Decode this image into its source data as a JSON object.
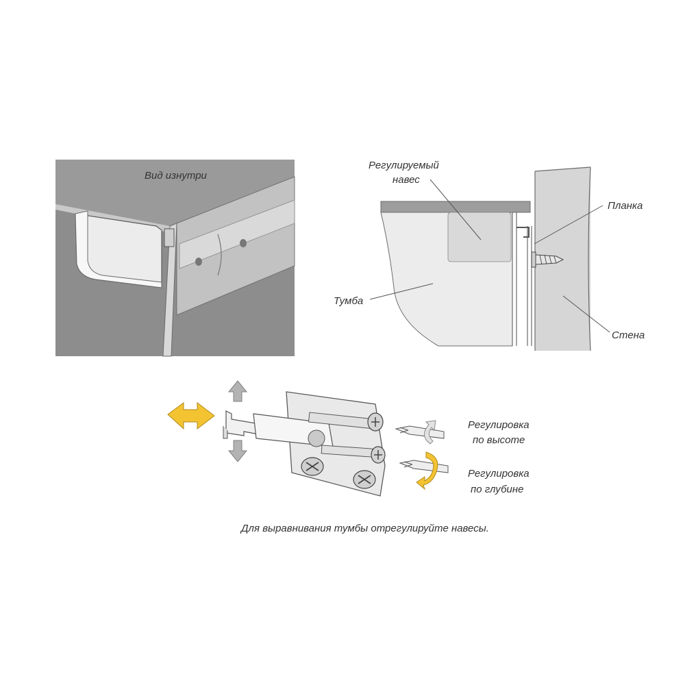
{
  "panel_inside": {
    "title": "Вид изнутри"
  },
  "panel_side": {
    "labels": {
      "hinge_line1": "Регулируемый",
      "hinge_line2": "навес",
      "cabinet": "Тумба",
      "rail": "Планка",
      "wall": "Стена"
    }
  },
  "panel_hinge": {
    "labels": {
      "height_line1": "Регулировка",
      "height_line2": "по высоте",
      "depth_line1": "Регулировка",
      "depth_line2": "по глубине"
    }
  },
  "caption": "Для выравнивания тумбы отрегулируйте навесы.",
  "colors": {
    "panel_gray": "#8c8c8c",
    "light_gray": "#dcdcdc",
    "arrow_yellow": "#f3c332",
    "arrow_gray": "#a8a8a8",
    "line": "#555555"
  }
}
